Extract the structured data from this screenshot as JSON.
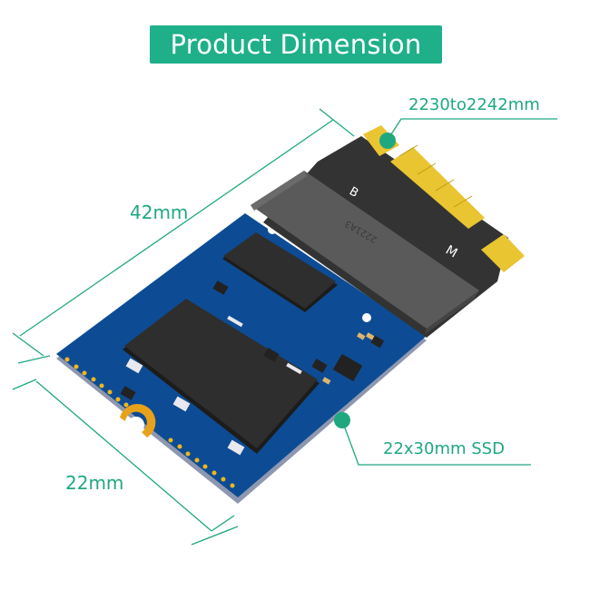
{
  "header": {
    "title": "Product Dimension",
    "banner_color": "#1fb08a"
  },
  "dimensions": {
    "length_label": "42mm",
    "width_label": "22mm",
    "form_factor_label": "2230to2242mm",
    "size_label": "22x30mm  SSD",
    "annotation_color": "#1fa880"
  },
  "product": {
    "connector_key_b": "B",
    "connector_key_m": "M",
    "heatsink_marking": "2221A3",
    "pcb_color": "#0d4c94",
    "gold_contact_color": "#e8c531",
    "chip_color": "#2b2b2b"
  }
}
